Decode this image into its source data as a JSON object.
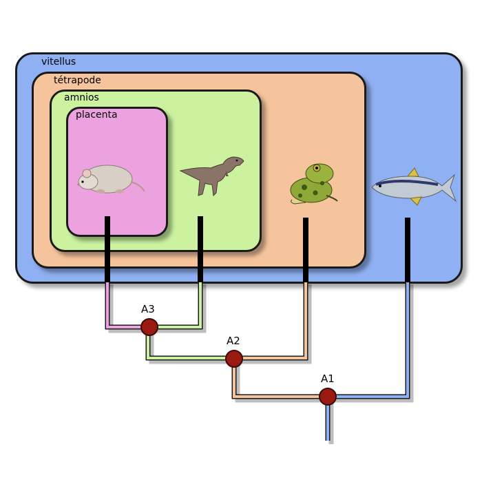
{
  "clades": {
    "vitellus": "vitellus",
    "tetrapode": "tétrapode",
    "amnios": "amnios",
    "placenta": "placenta"
  },
  "nodes": {
    "a1": "A1",
    "a2": "A2",
    "a3": "A3"
  },
  "colors": {
    "vitellus": "#8fb0f2",
    "tetrapode": "#f5c49c",
    "amnios": "#ccf2a0",
    "placenta": "#eda2e0",
    "node": "#9a1a12",
    "stem": "#000000"
  },
  "animals": [
    "mouse-icon",
    "dinosaur-icon",
    "frog-icon",
    "tuna-fish-icon"
  ]
}
